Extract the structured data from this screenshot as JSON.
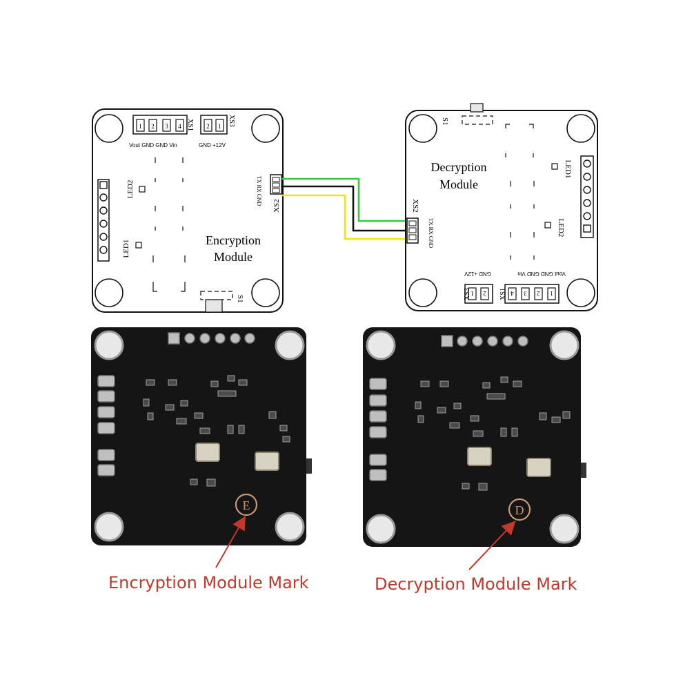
{
  "diagram": {
    "encryption": {
      "title_line1": "Encryption",
      "title_line2": "Module",
      "header_pins": [
        "1",
        "2",
        "3",
        "4"
      ],
      "xs1": "XS1",
      "power_pins": [
        "2",
        "1"
      ],
      "xs3": "XS3",
      "labels_left": "Vout GND GND Vin",
      "labels_right": "GND +12V",
      "xs2": "XS2",
      "xs2_pins": "TX RX GND",
      "led1": "LED1",
      "led2": "LED2",
      "s1": "S1"
    },
    "decryption": {
      "title_line1": "Decryption",
      "title_line2": "Module",
      "header_pins": [
        "1",
        "2",
        "3",
        "4"
      ],
      "xs1": "XS1",
      "power_pins": [
        "2",
        "1"
      ],
      "xs3": "XS3",
      "labels_left": "Vout GND GND Vin",
      "labels_right": "GND +12V",
      "xs2": "XS2",
      "xs2_pins": "TX RX GND",
      "led1": "LED1",
      "led2": "LED2",
      "s1": "S1"
    },
    "wire_colors": {
      "green": "#33cc33",
      "black": "#111111",
      "yellow": "#f2e600"
    }
  },
  "photos": {
    "encryption_mark": "E",
    "decryption_mark": "D",
    "pcb_color": "#151515",
    "pad_color": "#bfbfbf"
  },
  "annotations": {
    "encryption_label": "Encryption Module Mark",
    "decryption_label": "Decryption Module Mark",
    "color": "#c0392b"
  }
}
